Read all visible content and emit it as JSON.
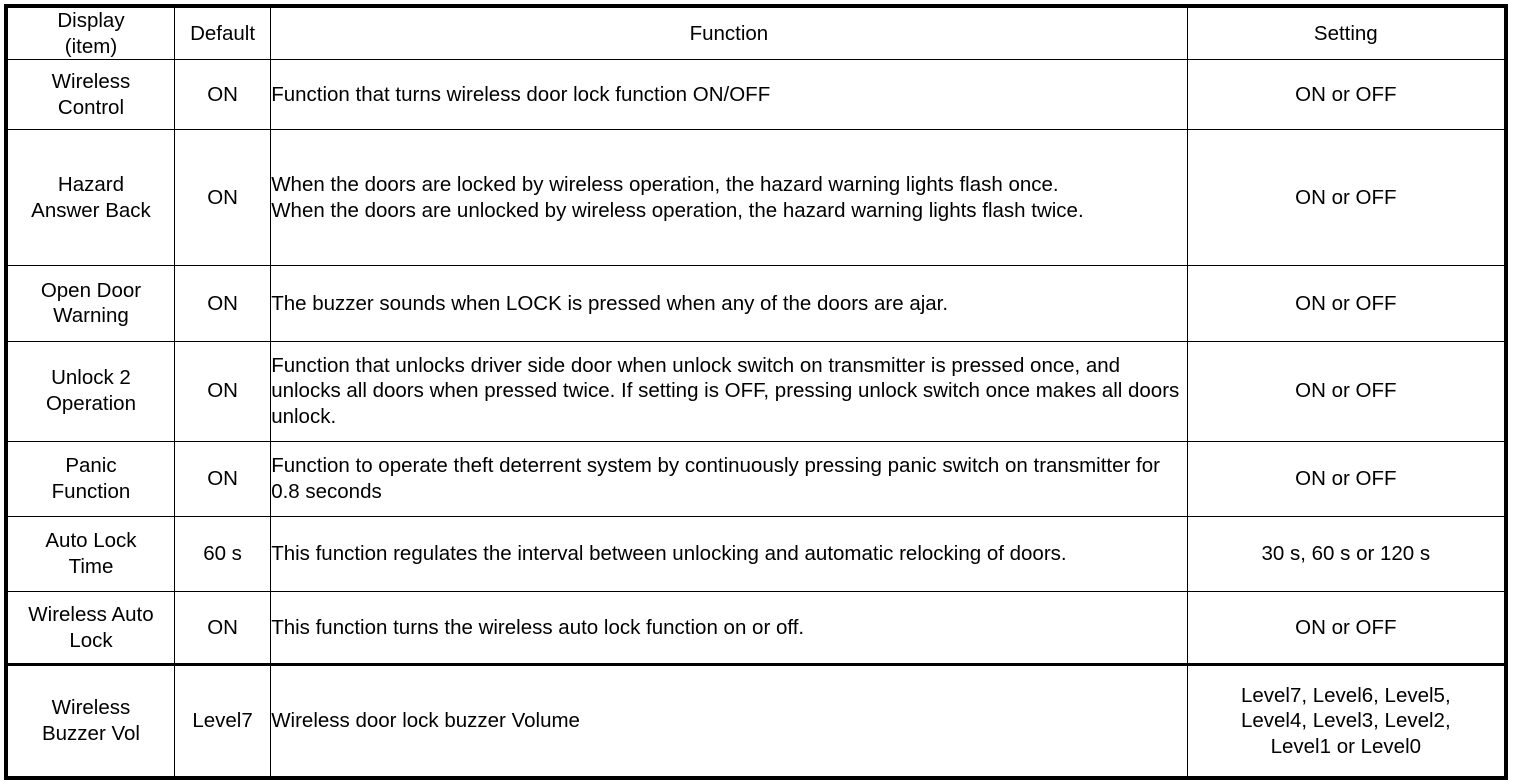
{
  "table": {
    "headers": {
      "display": "Display\n(item)",
      "display_line1": "Display",
      "display_line2": "(item)",
      "default": "Default",
      "function": "Function",
      "setting": "Setting"
    },
    "rows": [
      {
        "display_line1": "Wireless",
        "display_line2": "Control",
        "default": "ON",
        "function": "Function that turns wireless door lock function ON/OFF",
        "setting": "ON or OFF"
      },
      {
        "display_line1": "Hazard",
        "display_line2": "Answer Back",
        "default": "ON",
        "function": "When the doors are locked by wireless operation, the hazard warning lights flash once.\nWhen the doors are unlocked by wireless operation, the hazard warning lights flash twice.",
        "function_line1": "When the doors are locked by wireless operation, the hazard warning lights flash once.",
        "function_line2": "When the doors are unlocked by wireless operation, the hazard warning lights flash twice.",
        "setting": "ON or OFF"
      },
      {
        "display_line1": "Open Door",
        "display_line2": "Warning",
        "default": "ON",
        "function": "The buzzer sounds when LOCK is pressed when any of the doors are ajar.",
        "setting": "ON or OFF"
      },
      {
        "display_line1": "Unlock 2",
        "display_line2": "Operation",
        "default": "ON",
        "function": "Function that unlocks driver side door when unlock switch on transmitter is pressed once, and unlocks all doors when pressed twice. If setting is OFF, pressing unlock switch once makes all doors unlock.",
        "setting": "ON or OFF"
      },
      {
        "display_line1": "Panic",
        "display_line2": "Function",
        "default": "ON",
        "function": "Function to operate theft deterrent system by continuously pressing panic switch on transmitter for 0.8 seconds",
        "setting": "ON or OFF"
      },
      {
        "display_line1": "Auto Lock",
        "display_line2": "Time",
        "default": "60 s",
        "function": "This function regulates the interval between unlocking and automatic relocking of doors.",
        "setting": "30 s, 60 s or 120 s"
      },
      {
        "display_line1": "Wireless Auto",
        "display_line2": "Lock",
        "default": "ON",
        "function": "This function turns the wireless auto lock function on or off.",
        "setting": "ON or OFF"
      },
      {
        "display_line1": "Wireless",
        "display_line2": "Buzzer Vol",
        "default": "Level7",
        "function": "Wireless door lock buzzer Volume",
        "setting_line1": "Level7, Level6, Level5,",
        "setting_line2": "Level4, Level3, Level2,",
        "setting_line3": "Level1 or Level0",
        "setting": "Level7, Level6, Level5, Level4, Level3, Level2, Level1 or Level0"
      }
    ]
  },
  "colors": {
    "border": "#000000",
    "text": "#000000",
    "background": "#ffffff"
  }
}
